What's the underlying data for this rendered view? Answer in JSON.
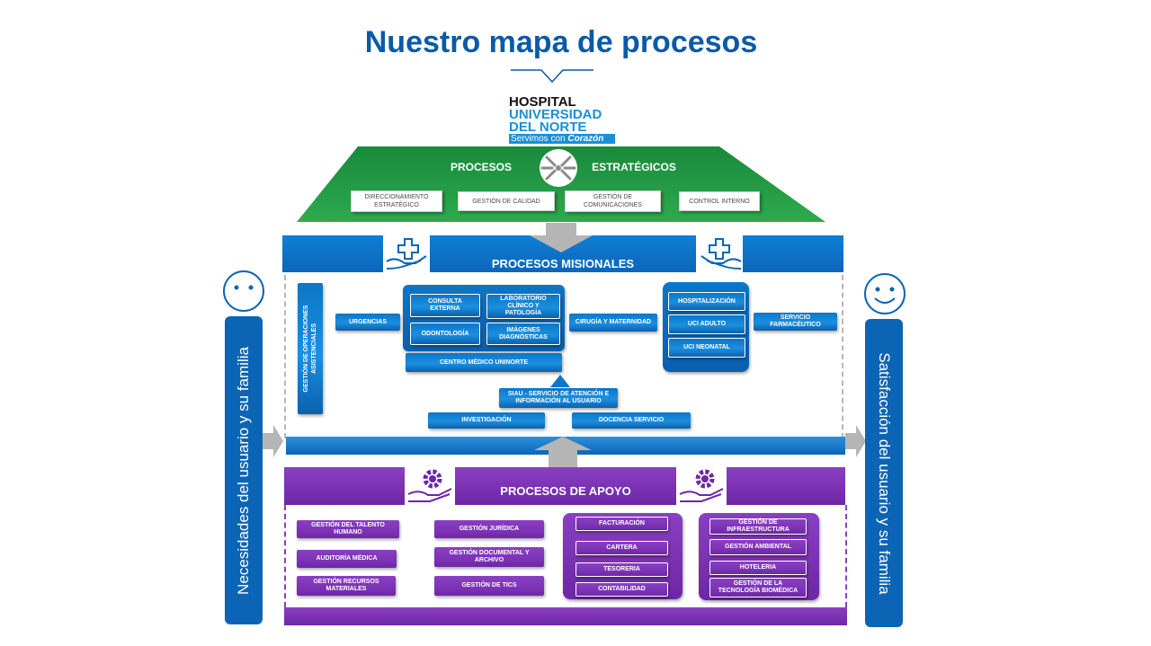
{
  "title": "Nuestro mapa de procesos",
  "logo": {
    "line1": "HOSPITAL",
    "line2": "UNIVERSIDAD",
    "line3": "DEL NORTE",
    "tagline_prefix": "Servimos con ",
    "tagline_emph": "Corazón"
  },
  "estrategicos": {
    "label_left": "PROCESOS",
    "label_right": "ESTRATÉGICOS",
    "items": [
      "DIRECCIONAMIENTO ESTRATÉGICO",
      "GESTIÓN DE CALIDAD",
      "GESTIÓN DE COMUNICACIONES",
      "CONTROL INTERNO"
    ]
  },
  "misionales": {
    "label": "PROCESOS MISIONALES",
    "gestion_operaciones": "GESTIÓN DE OPERACIONES ASISTENCIALES",
    "urgencias": "URGENCIAS",
    "consulta_externa": "CONSULTA EXTERNA",
    "laboratorio": "LABORATORIO CLÍNICO Y PATOLOGÍA",
    "odontologia": "ODONTOLOGÍA",
    "imagenes": "IMÁGENES DIAGNÓSTICAS",
    "centro_medico": "CENTRO MÉDICO UNINORTE",
    "cirugia": "CIRUGÍA Y MATERNIDAD",
    "hospitalizacion": "HOSPITALIZACIÓN",
    "uci_adulto": "UCI ADULTO",
    "uci_neonatal": "UCI NEONATAL",
    "farmaceutico": "SERVICIO FARMACÉUTICO",
    "siau": "SIAU - SERVICIO DE ATENCIÓN E INFORMACIÓN AL USUARIO",
    "investigacion": "INVESTIGACIÓN",
    "docencia": "DOCENCIA SERVICIO"
  },
  "apoyo": {
    "label": "PROCESOS DE APOYO",
    "col1": [
      "GESTIÓN DEL TALENTO HUMANO",
      "AUDITORÍA MÉDICA",
      "GESTIÓN RECURSOS MATERIALES"
    ],
    "col2": [
      "GESTIÓN JURÍDICA",
      "GESTIÓN DOCUMENTAL Y ARCHIVO",
      "GESTIÓN DE TICS"
    ],
    "col3": [
      "FACTURACIÓN",
      "CARTERA",
      "TESORERIA",
      "CONTABILIDAD"
    ],
    "col4": [
      "GESTIÓN DE INFRAESTRUCTURA",
      "GESTIÓN AMBIENTAL",
      "HOTELERIA",
      "GESTIÓN DE LA TECNOLOGÍA BIOMÉDICA"
    ]
  },
  "side_left": "Necesidades del usuario y su familia",
  "side_right": "Satisfacción del  usuario y su familia",
  "colors": {
    "title": "#0a5aa8",
    "green": "#1f8a3e",
    "blue": "#0d76c6",
    "purple": "#7d33b6"
  },
  "icons": [
    "chevron-down-icon",
    "arrows-converge-icon",
    "hand-cross-icon",
    "gear-hand-icon",
    "neutral-face-icon",
    "smiley-face-icon",
    "arrow-right-icon",
    "arrow-up-icon",
    "arrow-down-icon"
  ]
}
